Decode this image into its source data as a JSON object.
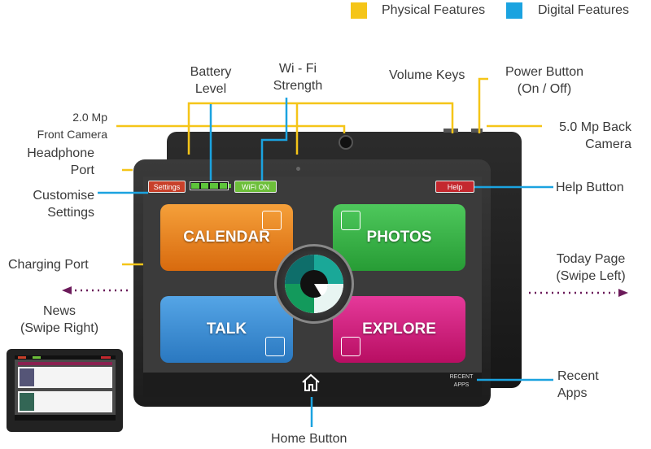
{
  "legend": {
    "physical": {
      "label": "Physical Features",
      "color": "#f5c518"
    },
    "digital": {
      "label": "Digital Features",
      "color": "#1ba3e0"
    }
  },
  "labels": {
    "battery_level": "Battery\nLevel",
    "wifi_strength": "Wi - Fi\nStrength",
    "volume_keys": "Volume Keys",
    "power_button": "Power Button\n(On / Off)",
    "front_camera": "2.0 Mp\nFront Camera",
    "back_camera": "5.0 Mp Back\nCamera",
    "headphone_port": "Headphone\nPort",
    "customise_settings": "Customise\nSettings",
    "help_button": "Help Button",
    "charging_port": "Charging Port",
    "today_page": "Today Page\n(Swipe Left)",
    "news": "News\n(Swipe Right)",
    "recent_apps": "Recent\nApps",
    "home_button": "Home Button"
  },
  "screen": {
    "settings": "Settings",
    "wifi": "WiFi ON",
    "help": "Help",
    "calendar": "CALENDAR",
    "photos": "PHOTOS",
    "talk": "TALK",
    "explore": "EXPLORE",
    "recent_apps": "RECENT\nAPPS"
  },
  "colors": {
    "calendar": "#f08a1c",
    "photos": "#3bb54a",
    "talk": "#3a8fd4",
    "explore": "#d6187a",
    "settings_btn": "#c8402a",
    "help_btn": "#c4282e",
    "battery": "#5dc43a",
    "accent_arrow": "#6b1a5a"
  }
}
